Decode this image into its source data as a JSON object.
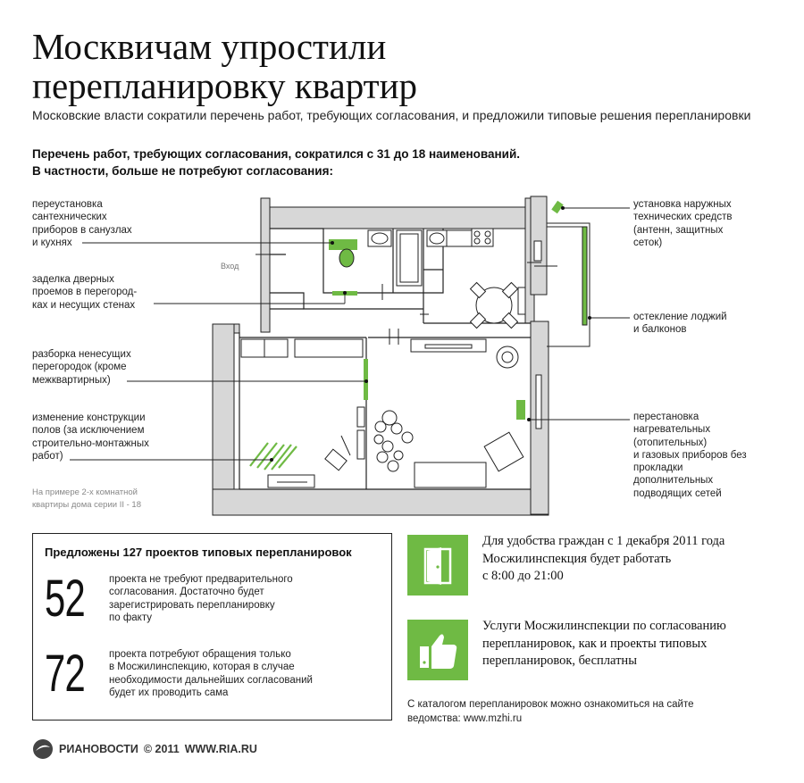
{
  "title": "Москвичам упростили перепланировку квартир",
  "subtitle": "Московские власти сократили перечень работ, требующих согласования, и предложили типовые решения перепланировки",
  "lead": {
    "line1": "Перечень работ, требующих согласования, сократился с 31 до 18 наименований.",
    "line2": "В частности, больше не потребуют согласования:"
  },
  "left_annotations": [
    {
      "lines": [
        "переустановка",
        "сантехнических",
        "приборов в санузлах",
        "и кухнях"
      ]
    },
    {
      "lines": [
        "заделка дверных",
        "проемов в перегород-",
        "ках и несущих стенах"
      ]
    },
    {
      "lines": [
        "разборка ненесущих",
        "перегородок (кроме",
        "межквартирных)"
      ]
    },
    {
      "lines": [
        "изменение конструкции",
        "полов (за исключением",
        "строительно-монтажных",
        "работ)"
      ]
    }
  ],
  "right_annotations": [
    {
      "lines": [
        "установка наружных",
        "технических средств",
        "(антенн, защитных",
        "сеток)"
      ]
    },
    {
      "lines": [
        "остекление лоджий",
        "и балконов"
      ]
    },
    {
      "lines": [
        "перестановка",
        "нагревательных",
        "(отопительных)",
        "и газовых приборов без",
        "прокладки",
        "дополнительных",
        "подводящих сетей"
      ]
    }
  ],
  "plan": {
    "entry_label": "Вход",
    "note": [
      "На примере 2-х комнатной",
      "квартиры дома серии II - 18"
    ]
  },
  "projects": {
    "title": "Предложены 127 проектов типовых перепланировок",
    "items": [
      {
        "number": "52",
        "lines": [
          "проекта не требуют предварительного",
          "согласования. Достаточно будет",
          "зарегистрировать перепланировку",
          "по факту"
        ]
      },
      {
        "number": "72",
        "lines": [
          "проекта потребуют обращения только",
          "в Мосжилинспекцию, которая в случае",
          "необходимости дальнейших согласований",
          "будет их проводить сама"
        ]
      }
    ]
  },
  "info": [
    {
      "icon": "door-icon",
      "lines": [
        "Для удобства граждан с 1 декабря 2011 года",
        "Мосжилинспекция будет работать",
        "с 8:00 до 21:00"
      ]
    },
    {
      "icon": "thumbs-up-icon",
      "lines": [
        "Услуги Мосжилинспекции по согласованию",
        "перепланировок, как и проекты типовых",
        "перепланировок, бесплатны"
      ]
    }
  ],
  "catalog": [
    "С каталогом перепланировок можно ознакомиться на сайте",
    "ведомства: www.mzhi.ru"
  ],
  "footer": {
    "brand": "РИАНОВОСТИ",
    "copyright": "© 2011",
    "site": "WWW.RIA.RU"
  },
  "colors": {
    "accent": "#6fba44",
    "wall": "#d7d7d7",
    "ink": "#1a1a1a"
  }
}
